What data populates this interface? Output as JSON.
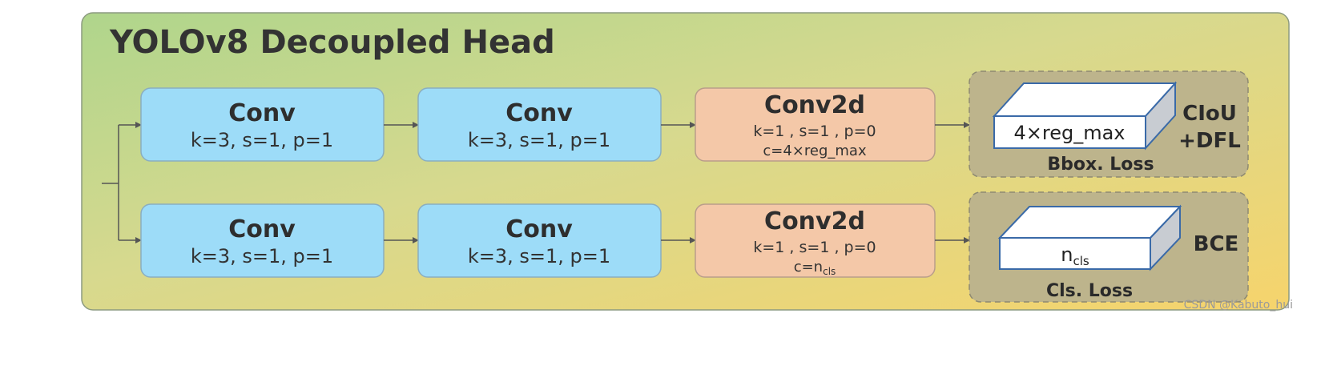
{
  "title": "YOLOv8 Decoupled Head",
  "colors": {
    "conv": "#9ddcf8",
    "conv_stroke": "#8aaec0",
    "conv2d": "#f4c8a8",
    "conv2d_stroke": "#b99d8a",
    "loss_panel": "#bdb48c",
    "tensor_front": "#ffffff",
    "tensor_top": "#ffffff",
    "tensor_side": "#c8ccd2",
    "tensor_stroke": "#3a6aa8"
  },
  "rows": [
    {
      "conv1": {
        "title": "Conv",
        "params": "k=3, s=1, p=1"
      },
      "conv2": {
        "title": "Conv",
        "params": "k=3, s=1, p=1"
      },
      "conv2d": {
        "title": "Conv2d",
        "params": "k=1 , s=1 , p=0",
        "channels": "c=4×reg_max",
        "channels_base": "",
        "channels_sub": ""
      },
      "output": {
        "tensor_label": "4×reg_max",
        "tensor_base": "",
        "tensor_sub": "",
        "loss_name": "Bbox. Loss",
        "loss_fn_line1": "CIoU",
        "loss_fn_line2": "+DFL"
      }
    },
    {
      "conv1": {
        "title": "Conv",
        "params": "k=3, s=1, p=1"
      },
      "conv2": {
        "title": "Conv",
        "params": "k=3, s=1, p=1"
      },
      "conv2d": {
        "title": "Conv2d",
        "params": "k=1 , s=1 , p=0",
        "channels": "",
        "channels_base": "c=n",
        "channels_sub": "cls"
      },
      "output": {
        "tensor_label": "",
        "tensor_base": "n",
        "tensor_sub": "cls",
        "loss_name": "Cls. Loss",
        "loss_fn_line1": "BCE",
        "loss_fn_line2": ""
      }
    }
  ],
  "watermark": "CSDN @Kabuto_hui"
}
